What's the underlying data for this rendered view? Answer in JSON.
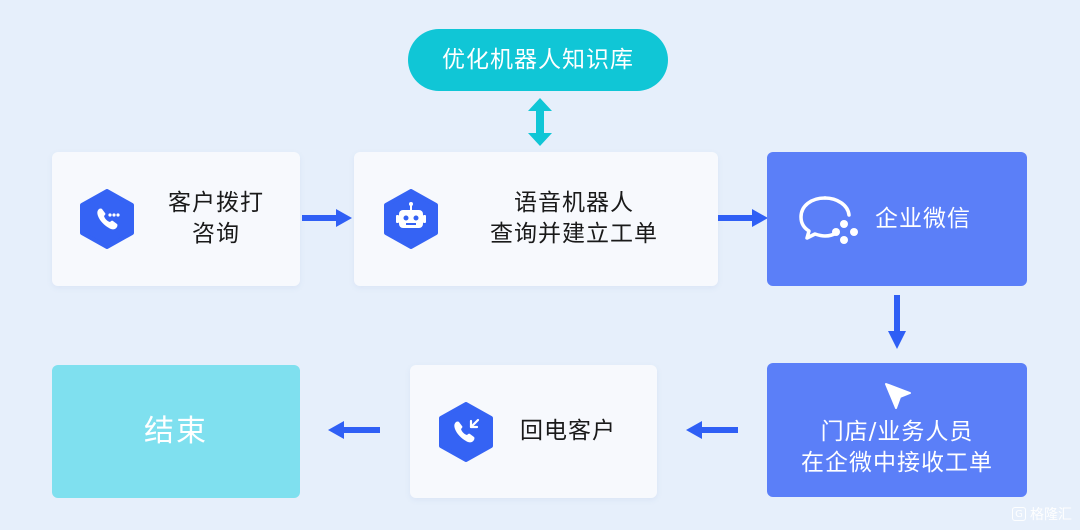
{
  "nodes": {
    "optimize": {
      "text": "优化机器人知识库"
    },
    "customer_call": {
      "line1": "客户拨打",
      "line2": "咨询"
    },
    "voice_robot": {
      "line1": "语音机器人",
      "line2": "查询并建立工单"
    },
    "wecom": {
      "text": "企业微信"
    },
    "store_staff": {
      "line1": "门店/业务人员",
      "line2": "在企微中接收工单"
    },
    "callback": {
      "text": "回电客户"
    },
    "end": {
      "text": "结束"
    }
  },
  "watermark": {
    "text": "格隆汇",
    "icon_letter": "G"
  },
  "colors": {
    "background": "#e6effb",
    "card_light": "#f7f9fd",
    "card_blue": "#5b7ff8",
    "card_cyan": "#7fe0ef",
    "pill": "#10c6d6",
    "arrow": "#2f5ff5",
    "arrow_updown": "#10c6d6",
    "hex_icon": "#3563f4"
  },
  "icons": {
    "customer_call": "phone-icon",
    "voice_robot": "robot-icon",
    "wecom": "wecom-logo-icon",
    "store_staff": "cursor-arrow-icon",
    "callback": "phone-callback-icon"
  }
}
